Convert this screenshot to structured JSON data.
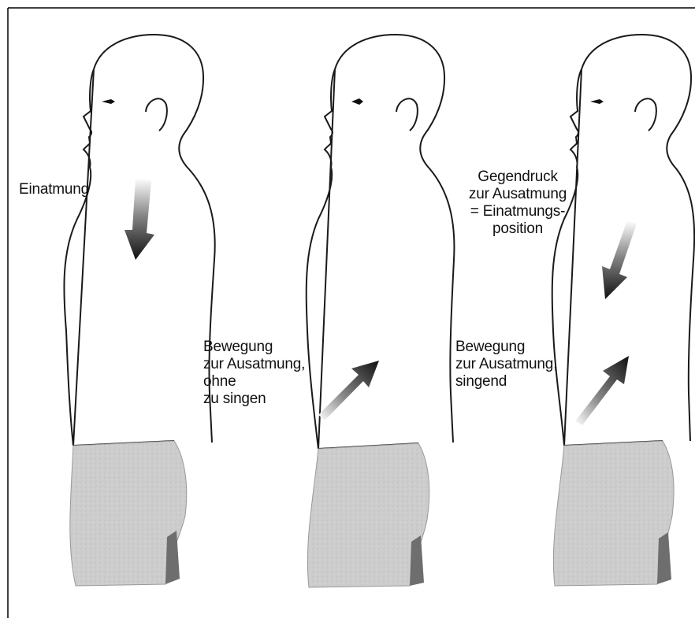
{
  "figures": [
    {
      "id": "inhalation",
      "labels": [
        "Einatmung"
      ]
    },
    {
      "id": "exhale-without-singing",
      "labels": [
        "Bewegung",
        "zur Ausatmung,",
        "ohne",
        "zu singen"
      ]
    },
    {
      "id": "exhale-singing",
      "counter_labels": [
        "Gegendruck",
        "zur Ausatmung",
        "= Einatmungs-",
        "position"
      ],
      "labels": [
        "Bewegung",
        "zur Ausatmung,",
        "singend"
      ]
    }
  ],
  "colors": {
    "outline": "#1a1a1a",
    "pants": "#cfcfcf",
    "pants_shadow": "#6e6e6e",
    "arrow": "#111111",
    "frame": "#000000"
  }
}
